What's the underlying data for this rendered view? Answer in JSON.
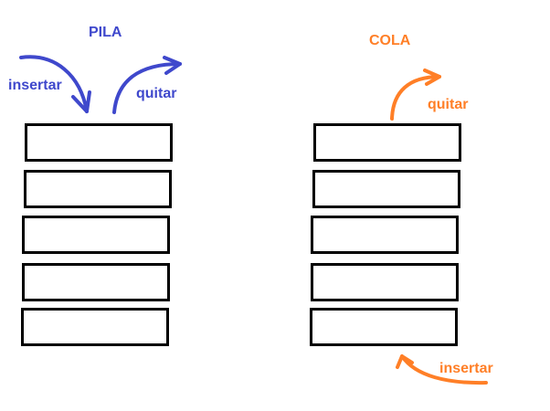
{
  "colors": {
    "stack_accent": "#3f48cc",
    "queue_accent": "#ff7f27",
    "box_border": "#000000"
  },
  "stack": {
    "title": "PILA",
    "insert_label": "insertar",
    "remove_label": "quitar",
    "slot_count": 5
  },
  "queue": {
    "title": "COLA",
    "insert_label": "insertar",
    "remove_label": "quitar",
    "slot_count": 5
  }
}
